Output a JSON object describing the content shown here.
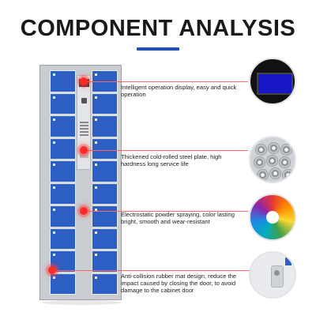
{
  "title": "COMPONENT ANALYSIS",
  "features": [
    {
      "text": "Intelligent operation display, easy and quick operation",
      "image": "display-screen-icon"
    },
    {
      "text": "Thickened cold-rolled steel plate, high hardness long service life",
      "image": "steel-coils-icon"
    },
    {
      "text": "Electrostatic powder spraying, color lasting bright, smooth and wear-resistant",
      "image": "color-swatch-fan-icon"
    },
    {
      "text": "Anti-collision rubber mat design, reduce the impact caused by closing the door, to avoid damage to the cabinet door",
      "image": "door-lock-closeup-icon"
    }
  ],
  "colors": {
    "door_blue": "#2d5ec2",
    "accent": "#1d4fb5",
    "marker": "#ff2a2a"
  }
}
